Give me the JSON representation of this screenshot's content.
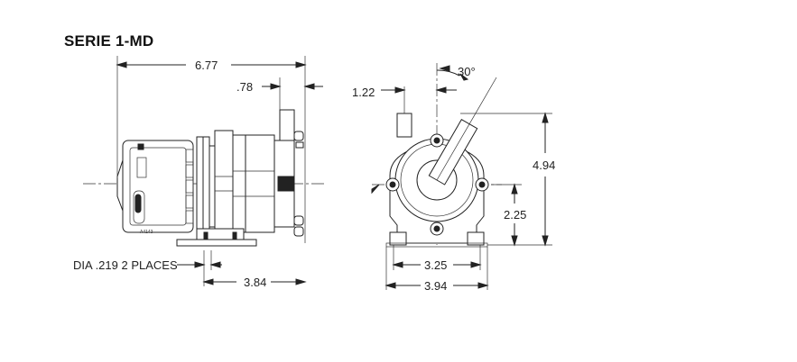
{
  "title": "SERIE 1-MD",
  "dimensions": {
    "overall_length": "6.77",
    "flange_offset": ".78",
    "inlet_offset": "1.22",
    "angle": "30°",
    "height": "4.94",
    "center_height": "2.25",
    "mount_hole_spacing": "3.25",
    "base_width": "3.94",
    "base_length": "3.84",
    "hole_note": "DIA .219 2 PLACES"
  },
  "part_number": "A4143"
}
